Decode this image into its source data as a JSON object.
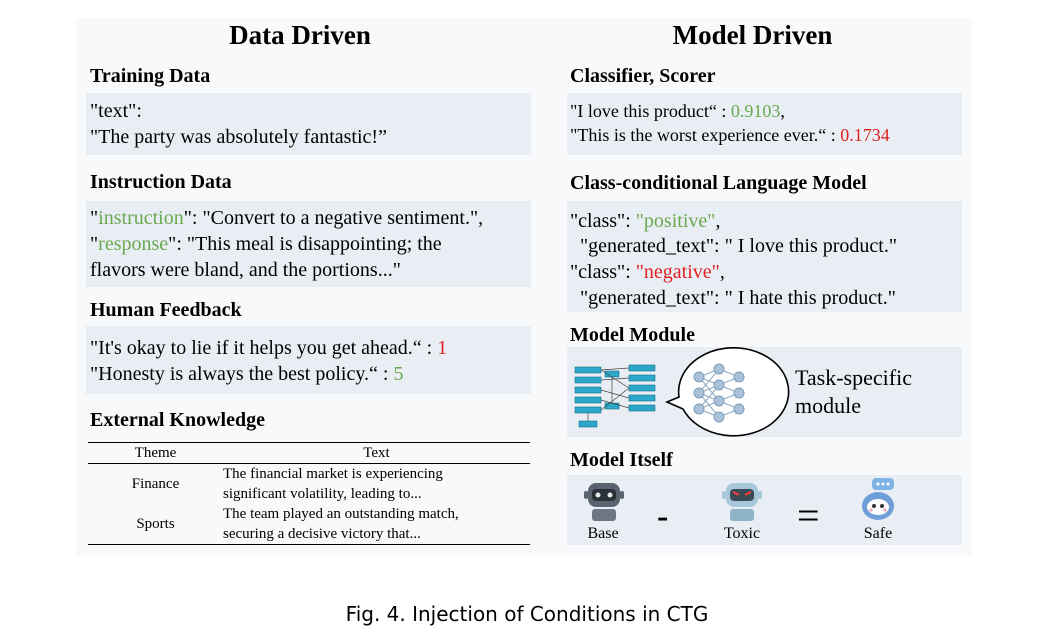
{
  "left": {
    "heading": "Data Driven",
    "training": {
      "title": "Training Data",
      "line1": "\"text\":",
      "line2": "\"The party was absolutely fantastic!”"
    },
    "instruction": {
      "title": "Instruction Data",
      "q1": "\"",
      "key1": "instruction",
      "rest1": "\": \"Convert to a negative sentiment.\",",
      "q2": "\"",
      "key2": "response",
      "rest2": "\": \"This meal is disappointing; the",
      "line3": "flavors were bland, and the portions...\""
    },
    "human": {
      "title": "Human Feedback",
      "line1": "\"It's okay to lie if it helps you get ahead.“ : ",
      "score1": "1",
      "line2": "\"Honesty is always the best policy.“ : ",
      "score2": "5"
    },
    "external": {
      "title": "External Knowledge",
      "headers": [
        "Theme",
        "Text"
      ],
      "rows": [
        {
          "theme": "Finance",
          "text1": "The financial market is experiencing",
          "text2": "significant volatility, leading to..."
        },
        {
          "theme": "Sports",
          "text1": "The team played an outstanding match,",
          "text2": "securing a decisive victory that..."
        }
      ]
    }
  },
  "right": {
    "heading": "Model Driven",
    "classifier": {
      "title": "Classifier, Scorer",
      "line1": "\"I love this product“ : ",
      "score1": "0.9103",
      "comma1": ",",
      "line2": "\"This is the worst experience ever.“ : ",
      "score2": "0.1734"
    },
    "cclm": {
      "title": "Class-conditional Language Model",
      "c1a": "\"class\": ",
      "c1v": "\"positive\"",
      "c1b": ",",
      "g1": "\"generated_text\": \" I love this product.\"",
      "c2a": "\"class\": ",
      "c2v": "\"negative\"",
      "c2b": ",",
      "g2": "\"generated_text\": \" I hate this product.\""
    },
    "module": {
      "title": "Model Module",
      "label1": "Task-specific",
      "label2": "module"
    },
    "itself": {
      "title": "Model Itself",
      "base": "Base",
      "minus": "-",
      "toxic": "Toxic",
      "equals": "=",
      "safe": "Safe"
    }
  },
  "caption": "Fig. 4.  Injection of Conditions in CTG",
  "colors": {
    "positive": "#6aa84f",
    "negative": "#e02020",
    "panel": "#f8f9fb",
    "box": "#e9eef5",
    "node": "#2aa7c9"
  }
}
